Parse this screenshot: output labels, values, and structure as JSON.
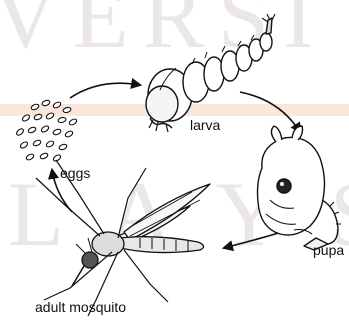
{
  "watermark": {
    "top_text": "VERSI",
    "bottom_text": "L A Y S",
    "band_color": "#fbe7da",
    "text_color": "#ece7e7"
  },
  "labels": {
    "larva": "larva",
    "eggs": "eggs",
    "pupa": "pupa",
    "adult": "adult mosquito"
  },
  "stages": [
    {
      "name": "eggs",
      "icon": "eggs-cluster-icon"
    },
    {
      "name": "larva",
      "icon": "larva-icon"
    },
    {
      "name": "pupa",
      "icon": "pupa-icon"
    },
    {
      "name": "adult mosquito",
      "icon": "mosquito-icon"
    }
  ]
}
